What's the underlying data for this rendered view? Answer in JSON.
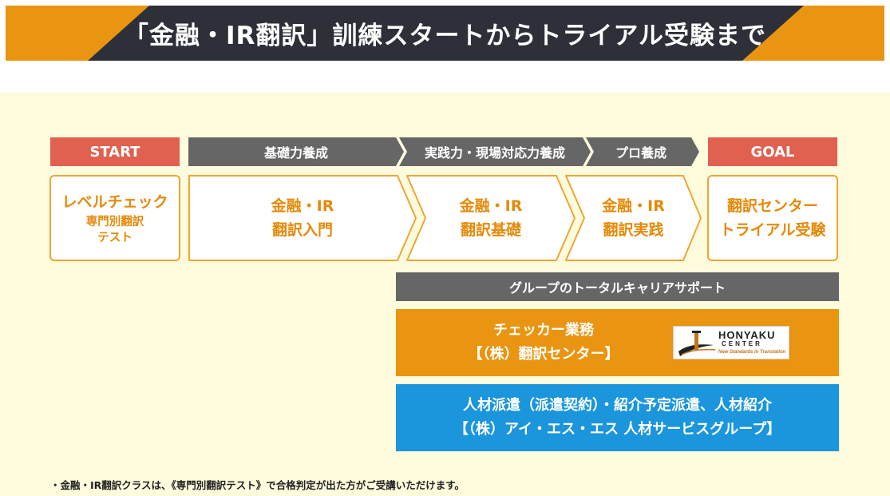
{
  "banner": {
    "title": "「金融・IR翻訳」訓練スタートからトライアル受験まで",
    "colors": {
      "accent": "#e99511",
      "dark": "#2d3039"
    }
  },
  "flow": {
    "start_label": "START",
    "goal_label": "GOAL",
    "phases": [
      "基礎力養成",
      "実践力・現場対応力養成",
      "プロ養成"
    ],
    "start_box": {
      "title": "レベルチェック",
      "sub_line1": "専門別翻訳",
      "sub_line2": "テスト"
    },
    "steps": [
      {
        "line1": "金融・IR",
        "line2": "翻訳入門"
      },
      {
        "line1": "金融・IR",
        "line2": "翻訳基礎"
      },
      {
        "line1": "金融・IR",
        "line2": "翻訳実践"
      }
    ],
    "goal_box": {
      "line1": "翻訳センター",
      "line2": "トライアル受験"
    }
  },
  "support": {
    "header": "グループのトータルキャリアサポート",
    "checker": {
      "line1": "チェッカー業務",
      "line2": "【（株）翻訳センター】"
    },
    "logo": {
      "name": "HONYAKU",
      "sub": "CENTER",
      "tagline": "New Standards in Translation"
    },
    "staffing": {
      "line1": "人材派遣（派遣契約）・紹介予定派遣、人材紹介",
      "line2": "【（株）アイ・エス・エス 人材サービスグループ】"
    }
  },
  "footnote": "・金融・IR翻訳クラスは、《専門別翻訳テスト》で合格判定が出た方がご受講いただけます。"
}
